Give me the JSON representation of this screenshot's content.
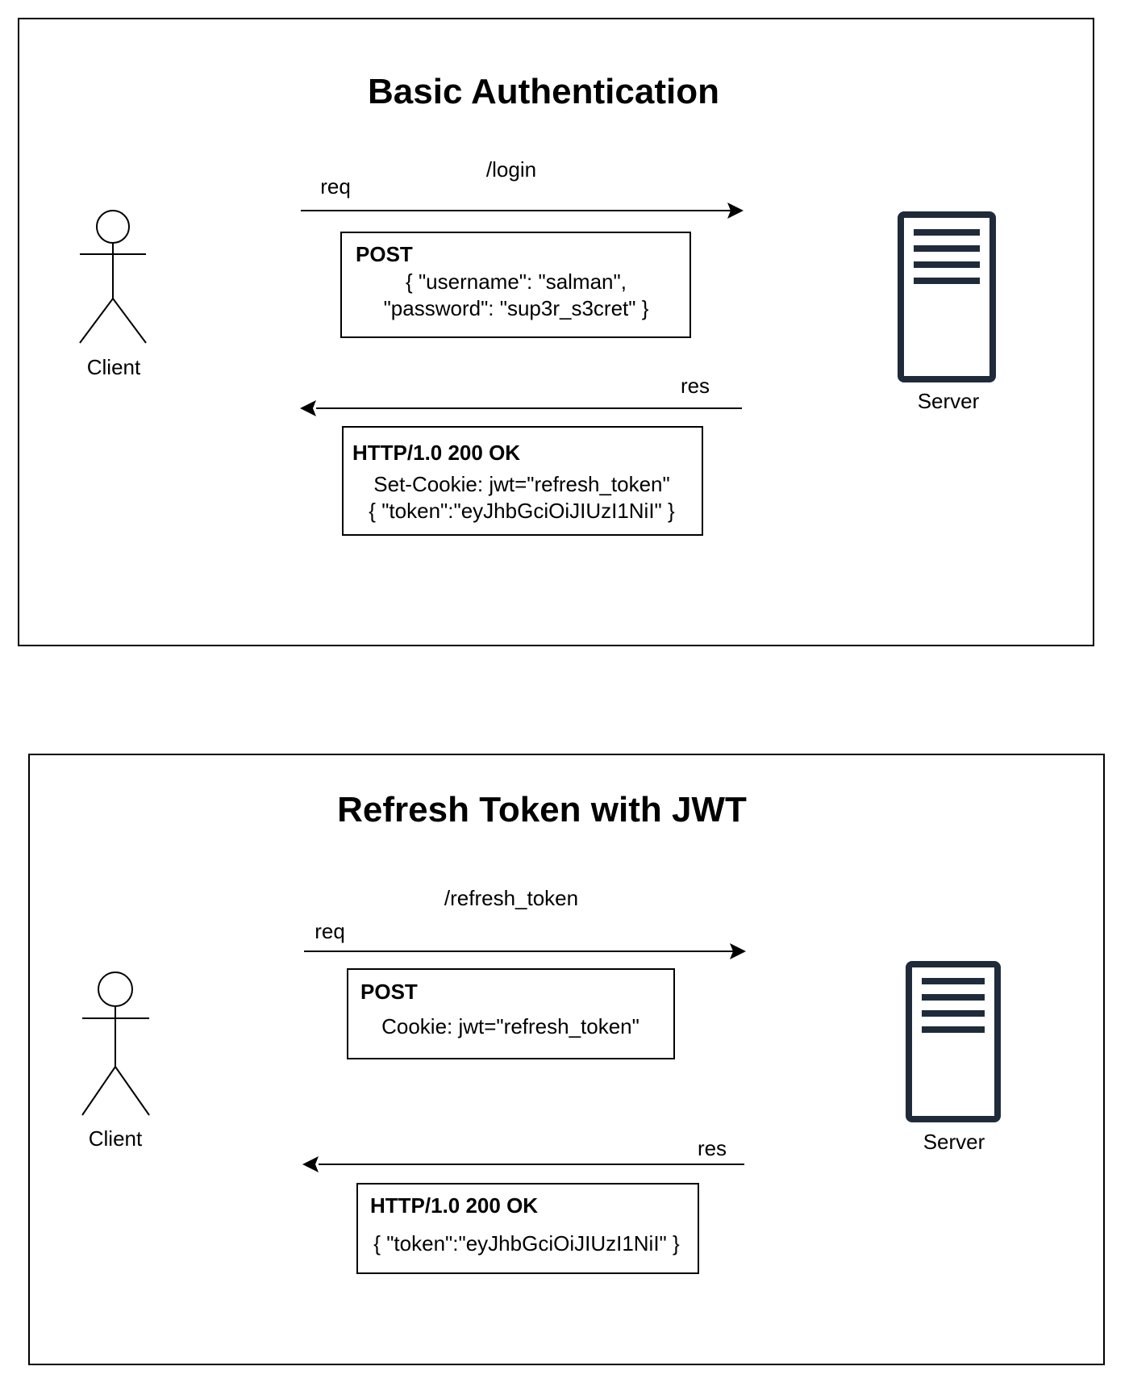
{
  "colors": {
    "server": "#1f2b3a",
    "line": "#000000"
  },
  "panels": [
    {
      "title": "Basic Authentication",
      "client_label": "Client",
      "server_label": "Server",
      "request": {
        "endpoint": "/login",
        "label": "req",
        "method": "POST",
        "body_lines": [
          "{ \"username\": \"salman\",",
          "\"password\": \"sup3r_s3cret\" }"
        ]
      },
      "response": {
        "label": "res",
        "status": "HTTP/1.0 200 OK",
        "body_lines": [
          "Set-Cookie: jwt=\"refresh_token\"",
          "{ \"token\":\"eyJhbGciOiJIUzI1NiI\" }"
        ]
      }
    },
    {
      "title": "Refresh Token with JWT",
      "client_label": "Client",
      "server_label": "Server",
      "request": {
        "endpoint": "/refresh_token",
        "label": "req",
        "method": "POST",
        "body_lines": [
          "Cookie: jwt=\"refresh_token\""
        ]
      },
      "response": {
        "label": "res",
        "status": "HTTP/1.0 200 OK",
        "body_lines": [
          "{ \"token\":\"eyJhbGciOiJIUzI1NiI\" }"
        ]
      }
    }
  ]
}
